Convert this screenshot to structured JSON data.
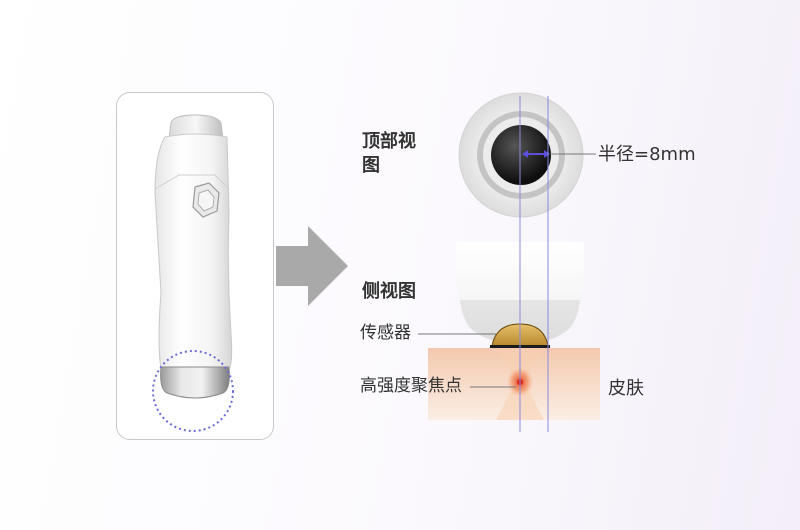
{
  "labels": {
    "top_view": "顶部视图",
    "side_view": "侧视图",
    "radius": "半径=8mm",
    "sensor": "传感器",
    "focus": "高强度聚焦点",
    "skin": "皮肤"
  },
  "colors": {
    "arrow": "#a9a9a9",
    "dashed_circle": "#6b6bd6",
    "guide_line": "#8a8ae0",
    "radius_arrow": "#5a4fd6",
    "sensor": "#d9a441",
    "focus": "#e23a1e",
    "skin": "#f6d7c2"
  }
}
